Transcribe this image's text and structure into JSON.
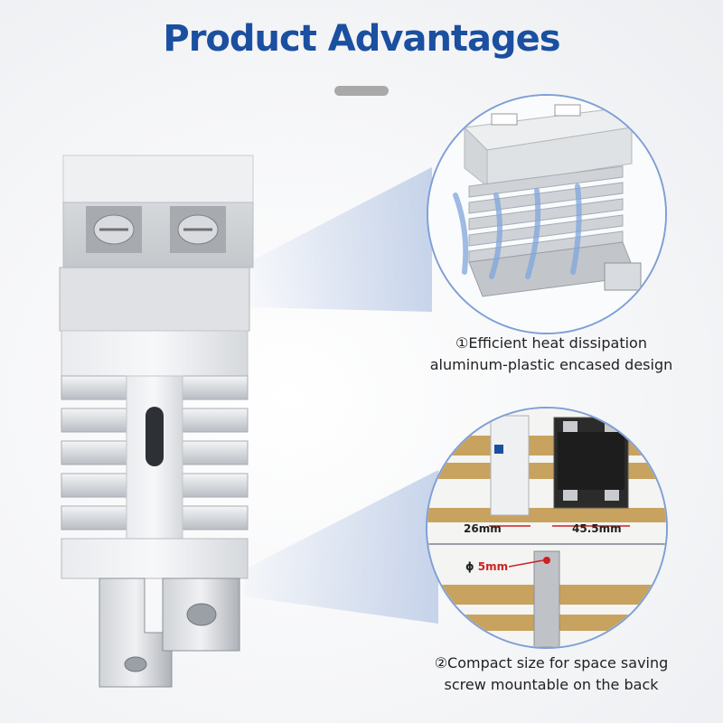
{
  "header": {
    "title": "Product Advantages"
  },
  "feature1": {
    "line1": "①Efficient heat dissipation",
    "line2": "aluminum-plastic encased design"
  },
  "feature2": {
    "line1": "②Compact size for space saving",
    "line2": "screw mountable on the back",
    "width_small": "26mm",
    "width_large": "45.5mm",
    "hole_diameter": "5mm",
    "diameter_symbol": "ϕ"
  },
  "colors": {
    "title": "#1b4fa0",
    "circle_border": "#7f9fd6",
    "rail": "#c8a25f",
    "dimension_arrow": "#cc2222"
  }
}
